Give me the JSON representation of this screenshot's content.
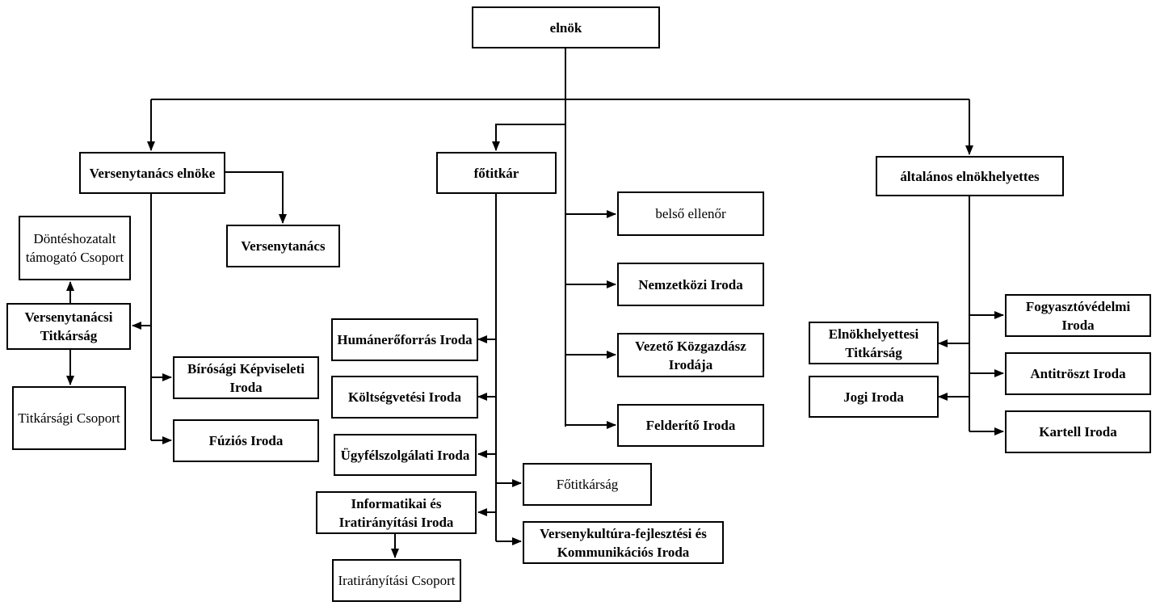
{
  "diagram": {
    "line_color": "#000000",
    "nodes": {
      "elnok": "elnök",
      "versenytanacs_elnoke": "Versenytanács elnöke",
      "fotitkar": "főtitkár",
      "altalanos_elnokhelyettes": "általános elnökhelyettes",
      "versenytanacs": "Versenytanács",
      "donteshozatalt_tamogato_csoport": "Döntéshozatalt támogató Csoport",
      "versenytanacsi_titkarsag": "Versenytanácsi Titkárság",
      "titkarsagi_csoport": "Titkársági Csoport",
      "birosagi_kepviseleti_iroda": "Bírósági Képviseleti Iroda",
      "fuzios_iroda": "Fúziós Iroda",
      "belso_ellenor": "belső ellenőr",
      "nemzetkozi_iroda": "Nemzetközi Iroda",
      "vezeto_kozgazdasz_irodaja": "Vezető Közgazdász Irodája",
      "felderito_iroda": "Felderítő Iroda",
      "humaneroforras_iroda": "Humánerőforrás Iroda",
      "koltsegvetesi_iroda": "Költségvetési Iroda",
      "ugyfelszolgalati_iroda": "Ügyfélszolgálati Iroda",
      "fotitkarsag": "Főtitkárság",
      "informatikai_es_iratiranyitasi_iroda": "Informatikai és Iratirányítási Iroda",
      "versenykultura_fejlesztesi_es_kommunikacios_iroda": "Versenykultúra-fejlesztési és Kommunikációs Iroda",
      "iratiranyitasi_csoport": "Iratirányítási Csoport",
      "fogyasztovedelmi_iroda": "Fogyasztóvédelmi Iroda",
      "antitroszt_iroda": "Antitröszt Iroda",
      "kartell_iroda": "Kartell Iroda",
      "elnokhelyettesi_titkarsag": "Elnökhelyettesi Titkárság",
      "jogi_iroda": "Jogi Iroda"
    },
    "edges": [
      [
        "elnok",
        "versenytanacs_elnoke"
      ],
      [
        "elnok",
        "fotitkar"
      ],
      [
        "elnok",
        "altalanos_elnokhelyettes"
      ],
      [
        "elnok",
        "belso_ellenor"
      ],
      [
        "elnok",
        "nemzetkozi_iroda"
      ],
      [
        "elnok",
        "vezeto_kozgazdasz_irodaja"
      ],
      [
        "elnok",
        "felderito_iroda"
      ],
      [
        "versenytanacs_elnoke",
        "versenytanacs"
      ],
      [
        "versenytanacs_elnoke",
        "versenytanacsi_titkarsag"
      ],
      [
        "versenytanacs_elnoke",
        "birosagi_kepviseleti_iroda"
      ],
      [
        "versenytanacs_elnoke",
        "fuzios_iroda"
      ],
      [
        "versenytanacsi_titkarsag",
        "donteshozatalt_tamogato_csoport"
      ],
      [
        "versenytanacsi_titkarsag",
        "titkarsagi_csoport"
      ],
      [
        "fotitkar",
        "humaneroforras_iroda"
      ],
      [
        "fotitkar",
        "koltsegvetesi_iroda"
      ],
      [
        "fotitkar",
        "ugyfelszolgalati_iroda"
      ],
      [
        "fotitkar",
        "fotitkarsag"
      ],
      [
        "fotitkar",
        "informatikai_es_iratiranyitasi_iroda"
      ],
      [
        "fotitkar",
        "versenykultura_fejlesztesi_es_kommunikacios_iroda"
      ],
      [
        "informatikai_es_iratiranyitasi_iroda",
        "iratiranyitasi_csoport"
      ],
      [
        "altalanos_elnokhelyettes",
        "fogyasztovedelmi_iroda"
      ],
      [
        "altalanos_elnokhelyettes",
        "elnokhelyettesi_titkarsag"
      ],
      [
        "altalanos_elnokhelyettes",
        "antitroszt_iroda"
      ],
      [
        "altalanos_elnokhelyettes",
        "jogi_iroda"
      ],
      [
        "altalanos_elnokhelyettes",
        "kartell_iroda"
      ]
    ]
  }
}
